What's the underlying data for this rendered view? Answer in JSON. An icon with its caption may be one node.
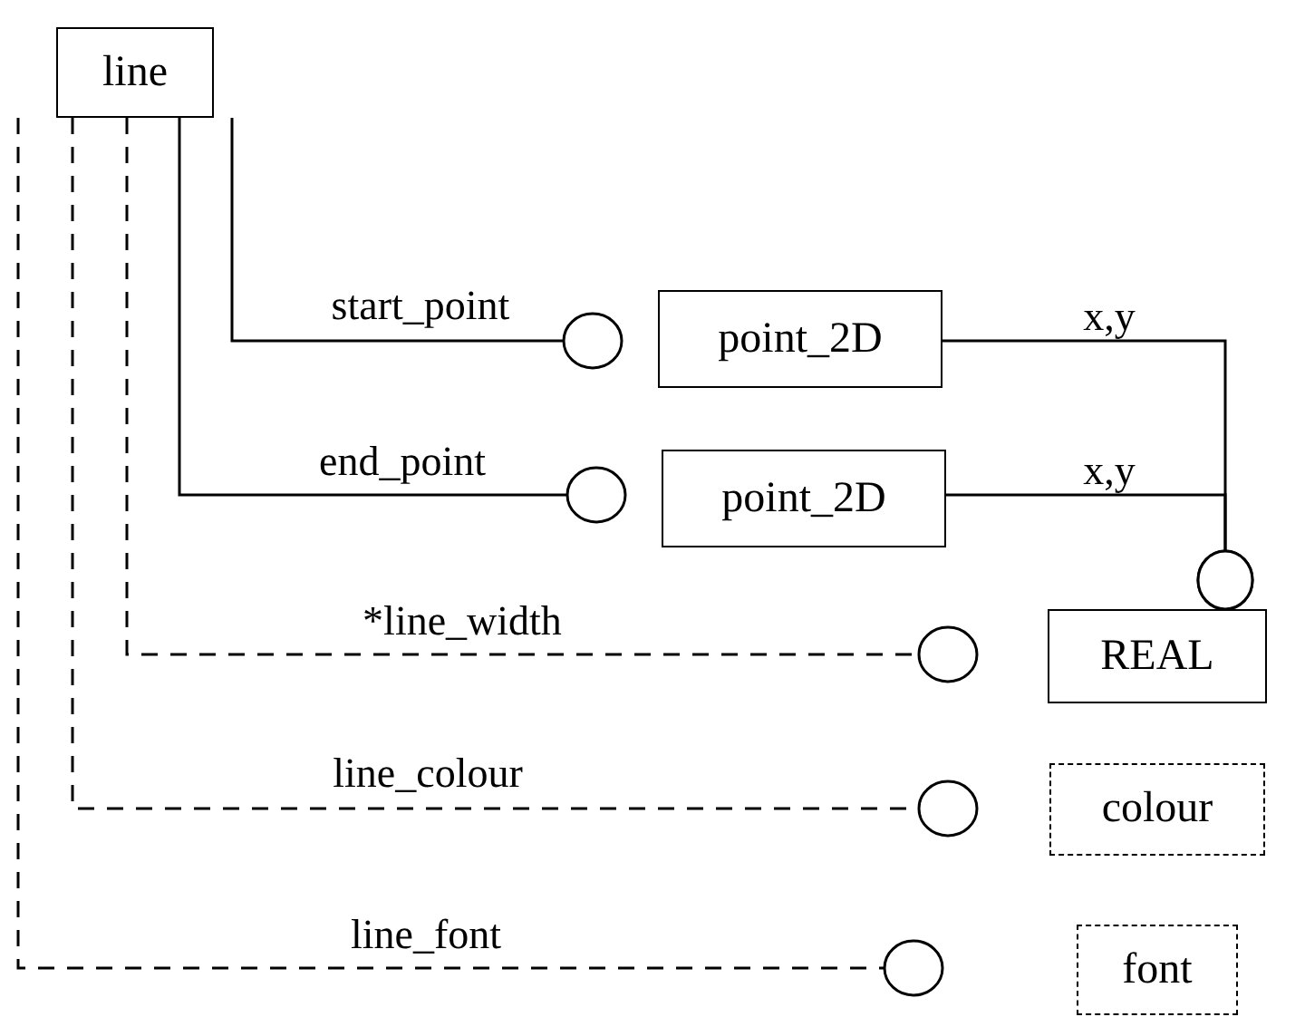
{
  "diagram": {
    "nodes": [
      {
        "text": [
          "line"
        ]
      },
      {
        "text": [
          "point_2D"
        ]
      },
      {
        "text": [
          "point_2D"
        ]
      },
      {
        "text": [
          "REAL"
        ]
      },
      {
        "text": [
          "colour"
        ]
      },
      {
        "text": [
          "font"
        ]
      }
    ],
    "edges": [
      {
        "from": 0,
        "to": 1,
        "arrow": "other",
        "label": "start_point"
      },
      {
        "from": 0,
        "to": 2,
        "arrow": "other",
        "label": "end_point"
      },
      {
        "from": 1,
        "to": 3,
        "arrow": "other",
        "label": "x,y"
      },
      {
        "from": 2,
        "to": 3,
        "arrow": "other",
        "label": "x,y"
      },
      {
        "from": 0,
        "to": 3,
        "arrow": "other",
        "label": "*line_width",
        "style": "dashed"
      },
      {
        "from": 0,
        "to": 4,
        "arrow": "other",
        "label": "line_colour",
        "style": "dashed"
      },
      {
        "from": 0,
        "to": 5,
        "arrow": "other",
        "label": "line_font",
        "style": "dashed"
      }
    ]
  }
}
